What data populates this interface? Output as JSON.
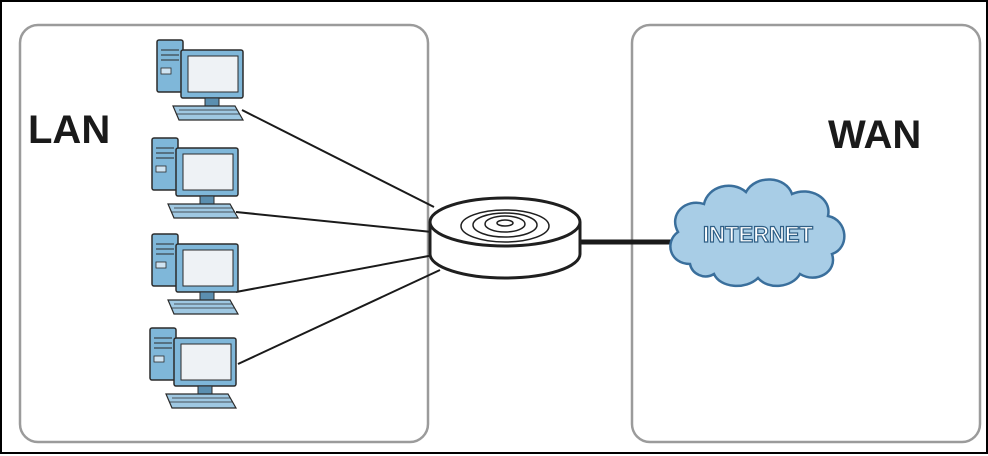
{
  "lan": {
    "label": "LAN"
  },
  "wan": {
    "label": "WAN"
  },
  "internet": {
    "label": "INTERNET"
  },
  "colors": {
    "zone_border": "#9b9b9b",
    "computer_blue": "#7fb7d9",
    "computer_screen": "#eef2f5",
    "router_body": "#ffffff",
    "router_outline": "#1f1f1f",
    "cloud_fill": "#a8cde6",
    "cloud_stroke": "#3a6f9c",
    "cable": "#1a1a1a"
  },
  "devices": [
    {
      "id": "pc-1",
      "icon": "desktop-computer-icon"
    },
    {
      "id": "pc-2",
      "icon": "desktop-computer-icon"
    },
    {
      "id": "pc-3",
      "icon": "desktop-computer-icon"
    },
    {
      "id": "pc-4",
      "icon": "desktop-computer-icon"
    },
    {
      "id": "router",
      "icon": "wireless-router-icon"
    },
    {
      "id": "cloud",
      "icon": "internet-cloud-icon"
    }
  ]
}
